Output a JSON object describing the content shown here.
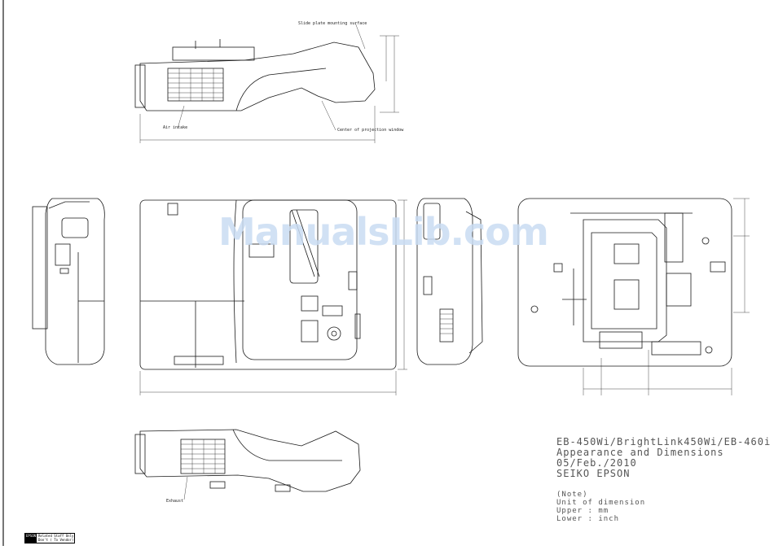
{
  "title_block": {
    "line1": "EB-450Wi/BrightLink450Wi/EB-460i",
    "line2": "Appearance and Dimensions",
    "line3": "05/Feb./2010",
    "line4": "SEIKO EPSON"
  },
  "notes": {
    "heading": "(Note)",
    "line1": "Unit of dimension",
    "line2": "Upper : mm",
    "line3": "Lower : inch"
  },
  "watermark": "ManualsLib.com",
  "callouts": {
    "mounting_surface": "Slide plate mounting surface",
    "air_intake": "Air intake",
    "projection_window": "Center of projection window",
    "exhaust": "Exhaust"
  },
  "stamp": {
    "left_top": "EPSON",
    "right_top": "Related Staff Only",
    "right_bottom": "Don't ( To Vendor)"
  },
  "colors": {
    "line": "#1a1a1a",
    "title_text": "#555555",
    "watermark": "#c9dcf3"
  }
}
